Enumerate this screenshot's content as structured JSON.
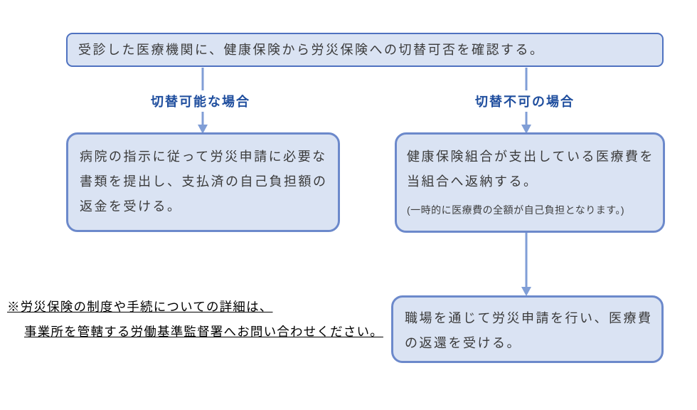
{
  "flowchart": {
    "top_box": {
      "text": "受診した医療機関に、健康保険から労災保険への切替可否を確認する。"
    },
    "left_branch": {
      "label": "切替可能な場合",
      "box": {
        "lines": [
          "病院の指示に従って労災申請に必要な",
          "書類を提出し、支払済の自己負担額の",
          "返金を受ける。"
        ]
      }
    },
    "right_branch": {
      "label": "切替不可の場合",
      "box": {
        "lines": [
          "健康保険組合が支出している医療費を",
          "当組合へ返納する。"
        ],
        "sub_note": "(一時的に医療費の全額が自己負担となります。)"
      },
      "result_box": {
        "lines": [
          "職場を通じて労災申請を行い、医療費",
          "の返還を受ける。"
        ]
      }
    },
    "footnote": {
      "lines": [
        "※労災保険の制度や手続についての詳細は、",
        "事業所を管轄する労働基準監督署へお問い合わせください。"
      ]
    },
    "colors": {
      "box_fill": "#dae3f3",
      "box_border": "#6c89cb",
      "top_box_border": "#4f72c0",
      "arrow": "#809ed6",
      "branch_label_text": "#1f4e9e",
      "box_text": "#3a3a3a",
      "footnote_text": "#000000"
    }
  }
}
